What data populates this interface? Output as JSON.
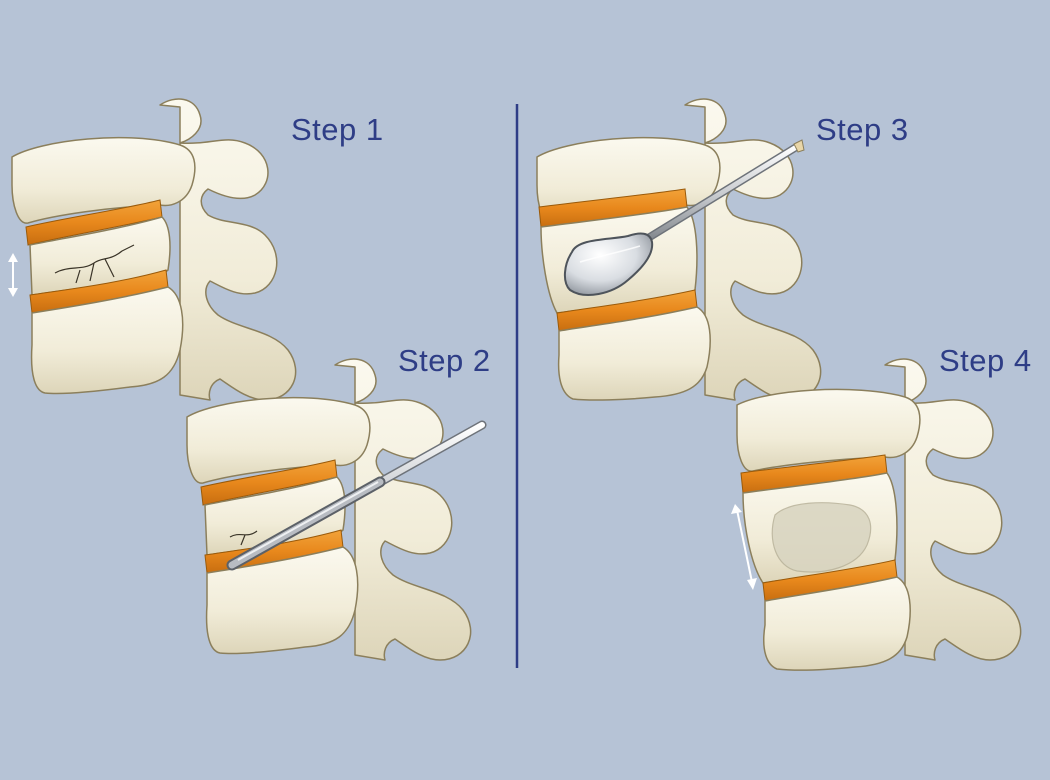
{
  "background_color": "#b6c3d6",
  "label_color": "#2e3d86",
  "divider_color": "#2e3d86",
  "bone_color": "#f4f0e0",
  "disc_color": "#e8881c",
  "cement_color": "#dcd8c4",
  "steps": [
    {
      "label": "Step 1",
      "icon": "spine-fracture-icon",
      "tool": "none"
    },
    {
      "label": "Step 2",
      "icon": "spine-needle-icon",
      "tool": "needle"
    },
    {
      "label": "Step 3",
      "icon": "spine-balloon-icon",
      "tool": "balloon"
    },
    {
      "label": "Step 4",
      "icon": "spine-cement-icon",
      "tool": "cement"
    }
  ]
}
